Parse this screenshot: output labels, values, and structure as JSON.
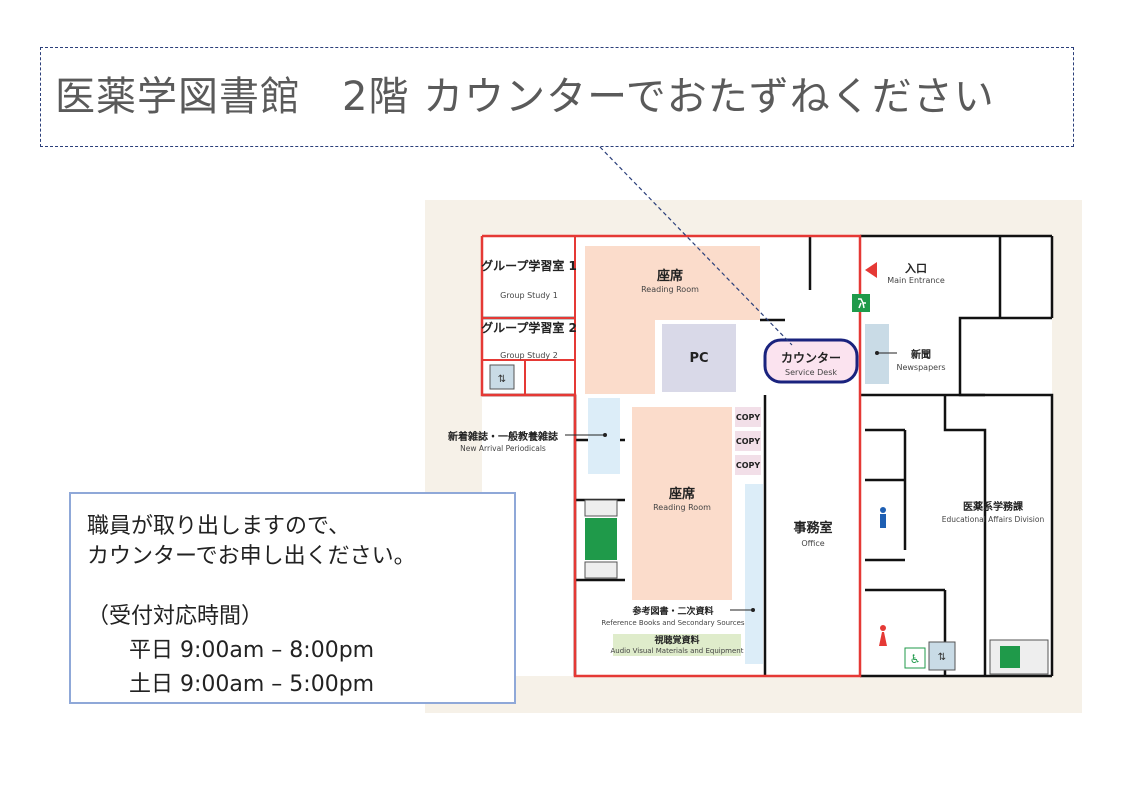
{
  "title": "医薬学図書館　2階 カウンターでおたずねください",
  "map": {
    "rooms": {
      "group_study_1_jp": "グループ学習室 1",
      "group_study_1_en": "Group Study 1",
      "group_study_2_jp": "グループ学習室 2",
      "group_study_2_en": "Group Study 2",
      "reading_room_jp": "座席",
      "reading_room_en": "Reading Room",
      "pc": "PC",
      "counter_jp": "カウンター",
      "counter_en": "Service Desk",
      "entrance_jp": "入口",
      "entrance_en": "Main Entrance",
      "newspapers_jp": "新聞",
      "newspapers_en": "Newspapers",
      "periodicals_jp": "新着雑誌・一般教養雑誌",
      "periodicals_en": "New Arrival Periodicals",
      "copy": "COPY",
      "office_jp": "事務室",
      "office_en": "Office",
      "edu_affairs_jp": "医薬系学務課",
      "edu_affairs_en": "Educational Affairs Division",
      "reference_jp": "参考図書・二次資料",
      "reference_en": "Reference Books and Secondary Sources",
      "av_jp": "視聴覚資料",
      "av_en": "Audio Visual Materials and Equipment"
    },
    "colors": {
      "highlight_border": "#e53935",
      "counter_outline": "#1a237e",
      "reading_room_fill": "#fbdccb",
      "pc_fill": "#d9d9e8",
      "light_blue_fill": "#dcedf8",
      "background": "#f6f1e8",
      "exit_green": "#1f9a4a",
      "av_green": "#dfeccb"
    },
    "icons": [
      "entrance-arrow-icon",
      "emergency-exit-icon",
      "elevator-icon",
      "male-restroom-icon",
      "female-restroom-icon",
      "accessible-restroom-icon",
      "stairs-icon"
    ]
  },
  "info": {
    "line1": "職員が取り出しますので、",
    "line2": "カウンターでお申し出ください。",
    "hours_heading": "（受付対応時間）",
    "weekday": "平日 9:00am – 8:00pm",
    "saturday": "土日 9:00am – 5:00pm"
  }
}
